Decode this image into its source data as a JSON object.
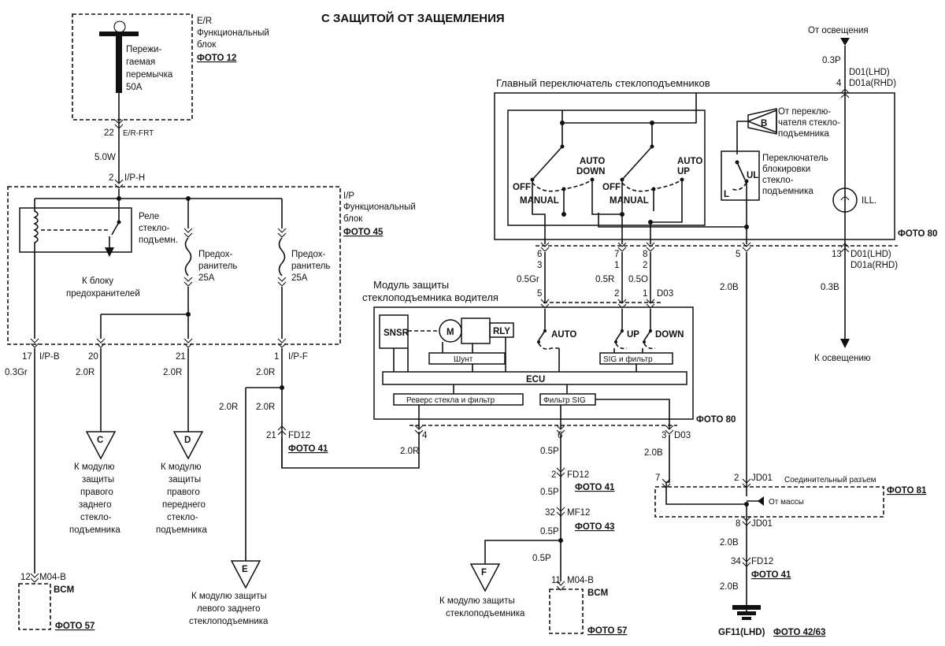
{
  "title": "С ЗАЩИТОЙ ОТ ЗАЩЕМЛЕНИЯ",
  "er_block": {
    "lines": [
      "E/R",
      "Функциональный",
      "блок"
    ],
    "photo": "ФОТО 12",
    "fuse_lines": [
      "Пережи-",
      "гаемая",
      "перемычка",
      "50A"
    ],
    "pin": "22",
    "conn": "E/R-FRT",
    "wire": "5.0W"
  },
  "ip_h": {
    "pin": "2",
    "conn": "I/P-H"
  },
  "ip_block": {
    "lines": [
      "I/P",
      "Функциональный",
      "блок"
    ],
    "photo": "ФОТО 45",
    "relay_lines": [
      "Реле",
      "стекло-",
      "подъемн."
    ],
    "relay_target": [
      "К блоку",
      "предохранителей"
    ],
    "fuse1_lines": [
      "Предох-",
      "ранитель",
      "25A"
    ],
    "fuse2_lines": [
      "Предох-",
      "ранитель",
      "25A"
    ]
  },
  "ip_pins": {
    "p17": "17",
    "ipb": "I/P-B",
    "p20": "20",
    "p21": "21",
    "p1": "1",
    "ipf": "I/P-F"
  },
  "wires": {
    "w_03gr": "0.3Gr",
    "w_20r_a": "2.0R",
    "w_20r_b": "2.0R",
    "w_20r_c": "2.0R",
    "w_20r_d": "2.0R",
    "w_20r_e": "2.0R",
    "w_20r_f": "2.0R",
    "w_05gr": "0.5Gr",
    "w_05r": "0.5R",
    "w_05o": "0.5O",
    "w_05p_a": "0.5P",
    "w_05p_b": "0.5P",
    "w_05p_c": "0.5P",
    "w_05p_d": "0.5P",
    "w_20b_a": "2.0B",
    "w_20b_b": "2.0B",
    "w_20b_c": "2.0B",
    "w_20b_d": "2.0B",
    "w_03p": "0.3P",
    "w_03b": "0.3B"
  },
  "fd12_left": {
    "pin": "21",
    "conn": "FD12",
    "photo": "ФОТО 41"
  },
  "targets": {
    "c": {
      "letter": "C",
      "lines": [
        "К модулю",
        "защиты",
        "правого",
        "заднего",
        "стекло-",
        "подъемника"
      ]
    },
    "d": {
      "letter": "D",
      "lines": [
        "К модулю",
        "защиты",
        "правого",
        "переднего",
        "стекло-",
        "подъемника"
      ]
    },
    "e": {
      "letter": "E",
      "lines": [
        "К модулю защиты",
        "левого заднего",
        "стеклоподъемника"
      ]
    },
    "f": {
      "letter": "F",
      "lines": [
        "К модулю защиты",
        "стеклоподъемника"
      ]
    }
  },
  "bcm_left": {
    "pin": "12",
    "conn": "M04-B",
    "name": "BCM",
    "photo": "ФОТО 57"
  },
  "bcm_right": {
    "pin": "11",
    "conn": "M04-B",
    "name": "BCM",
    "photo": "ФОТО 57"
  },
  "main_switch": {
    "title": "Главный переключатель стеклоподъемников",
    "photo": "ФОТО 80",
    "auto_down": [
      "AUTO",
      "DOWN"
    ],
    "auto_up": [
      "AUTO",
      "UP"
    ],
    "off1": "OFF",
    "manual1": "MANUAL",
    "off2": "OFF",
    "manual2": "MANUAL",
    "b_letter": "B",
    "b_lines": [
      "От переклю-",
      "чателя стекло-",
      "подъемника"
    ],
    "lock_lines": [
      "Переключатель",
      "блокировки",
      "стекло-",
      "подъемника"
    ],
    "lock_l": "L",
    "lock_ul": "UL",
    "ill": "ILL.",
    "pins_a": [
      "6",
      "3"
    ],
    "pins_b": [
      "7",
      "1"
    ],
    "pins_c": [
      "8",
      "2"
    ],
    "pin_5": "5",
    "pin_13": "13",
    "conn_13a": "D01(LHD)",
    "conn_13b": "D01a(RHD)"
  },
  "illum": {
    "top": "От освещения",
    "pin": "4",
    "conn_a": "D01(LHD)",
    "conn_b": "D01a(RHD)",
    "bottom": "К освещению"
  },
  "module": {
    "title_lines": [
      "Модуль защиты",
      "стеклоподъемника водителя"
    ],
    "photo": "ФОТО 80",
    "pin5": "5",
    "pin2": "2",
    "pin1": "1",
    "conn": "D03",
    "sensor": "SNSR",
    "motor": "M",
    "relay": "RLY",
    "shunt": "Шунт",
    "sig": "SIG и фильтр",
    "ecu": "ECU",
    "reverse": "Реверс стекла и фильтр",
    "filter": "Фильтр SIG",
    "auto": "AUTO",
    "up": "UP",
    "down": "DOWN",
    "bp4": "4",
    "bp6": "6",
    "bp3": "3",
    "bconn": "D03"
  },
  "fd12_mid": {
    "pin": "2",
    "conn": "FD12",
    "photo": "ФОТО 41"
  },
  "mf12": {
    "pin": "32",
    "conn": "MF12",
    "photo": "ФОТО 43"
  },
  "joint": {
    "title": "Соединительный разъем",
    "photo": "ФОТО 81",
    "p7": "7",
    "p2": "2",
    "conn_top": "JD01",
    "ground_label": "От массы",
    "p8": "8",
    "conn_bot": "JD01"
  },
  "fd12_right": {
    "pin": "34",
    "conn": "FD12",
    "photo": "ФОТО 41"
  },
  "ground": {
    "name": "GF11(LHD)",
    "photo": "ФОТО 42/63"
  }
}
